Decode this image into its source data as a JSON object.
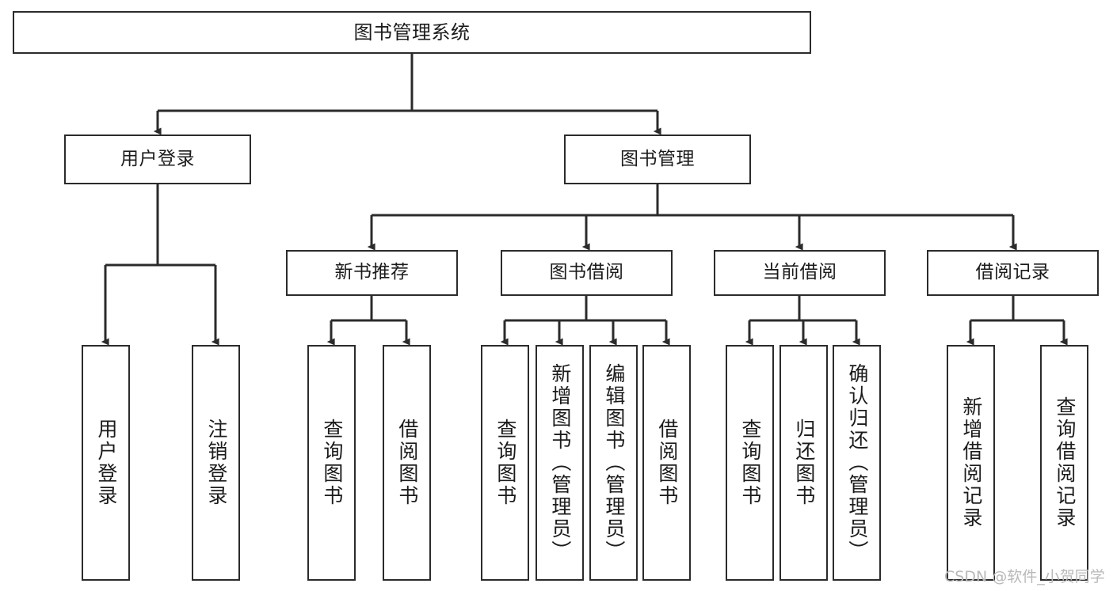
{
  "diagram": {
    "type": "tree-hierarchy-chart",
    "title": "图书管理系统",
    "background_color": "#ffffff",
    "line_color": "#2b2b2b",
    "text_color": "#1b1b1b",
    "nodes": {
      "root": {
        "label": "图书管理系统"
      },
      "level2": [
        {
          "id": "user-login",
          "label": "用户登录"
        },
        {
          "id": "book-management",
          "label": "图书管理"
        }
      ],
      "level3": [
        {
          "id": "new-book-recommend",
          "label": "新书推荐"
        },
        {
          "id": "book-borrow",
          "label": "图书借阅"
        },
        {
          "id": "current-borrow",
          "label": "当前借阅"
        },
        {
          "id": "borrow-record",
          "label": "借阅记录"
        }
      ],
      "leaves": [
        {
          "id": "leaf-user-login",
          "label": "用户登录",
          "parent": "user-login"
        },
        {
          "id": "leaf-logout-login",
          "label": "注销登录",
          "parent": "user-login"
        },
        {
          "id": "leaf-query-book-1",
          "label": "查询图书",
          "parent": "new-book-recommend"
        },
        {
          "id": "leaf-borrow-book-1",
          "label": "借阅图书",
          "parent": "new-book-recommend"
        },
        {
          "id": "leaf-query-book-2",
          "label": "查询图书",
          "parent": "book-borrow"
        },
        {
          "id": "leaf-add-book",
          "label": "新增图书（管理员）",
          "parent": "book-borrow"
        },
        {
          "id": "leaf-edit-book",
          "label": "编辑图书（管理员）",
          "parent": "book-borrow"
        },
        {
          "id": "leaf-borrow-book-2",
          "label": "借阅图书",
          "parent": "book-borrow"
        },
        {
          "id": "leaf-query-book-3",
          "label": "查询图书",
          "parent": "current-borrow"
        },
        {
          "id": "leaf-return-book",
          "label": "归还图书",
          "parent": "current-borrow"
        },
        {
          "id": "leaf-confirm-return",
          "label": "确认归还（管理员）",
          "parent": "current-borrow"
        },
        {
          "id": "leaf-add-record",
          "label": "新增借阅记录",
          "parent": "borrow-record"
        },
        {
          "id": "leaf-query-record",
          "label": "查询借阅记录",
          "parent": "borrow-record"
        }
      ]
    }
  },
  "watermark": {
    "text": "CSDN @软件_小贺同学",
    "color": "#b9b9b9"
  }
}
